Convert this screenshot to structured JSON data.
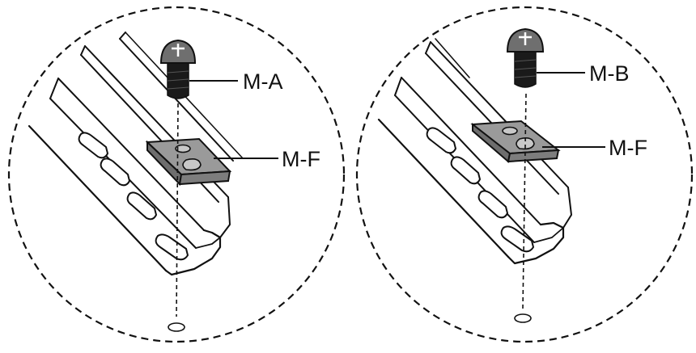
{
  "left_detail": {
    "screw_label": "M-A",
    "plate_label": "M-F"
  },
  "right_detail": {
    "screw_label": "M-B",
    "plate_label": "M-F"
  },
  "colors": {
    "ink": "#111111",
    "plate_fill": "#8c8c8c",
    "plate_top": "#9a9a9a",
    "screw_shaft": "#1a1a1a",
    "screw_head": "#6f6f6f"
  }
}
